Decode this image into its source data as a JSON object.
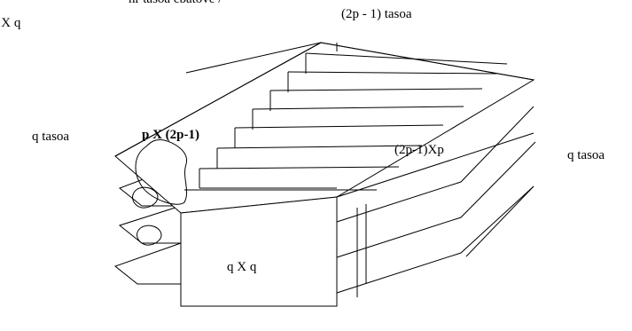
{
  "labels": {
    "top_partial": "nr tasoa ebatove /",
    "top_left": "p X q",
    "top_right": "(2p - 1) tasoa",
    "left_layers": "q tasoa",
    "right_layers": "q tasoa",
    "diag_face": "p X (2p-1)",
    "right_face": "(2p-1)Xp",
    "front_face": "q X q"
  }
}
